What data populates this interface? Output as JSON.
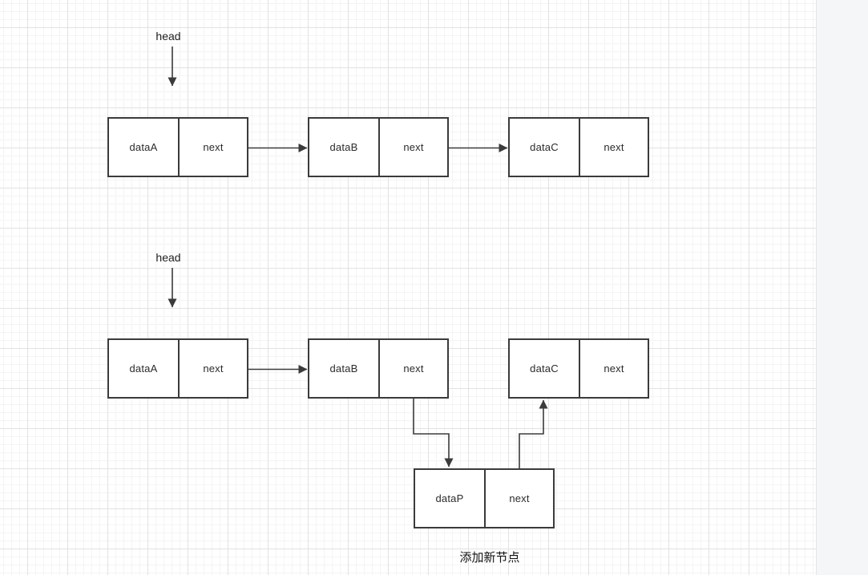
{
  "colors": {
    "stroke": "#3b3b3b",
    "canvas_background": "#ffffff",
    "outside_background": "#f5f6f8",
    "grid_minor": "#f4f4f4",
    "grid_major": "#e2e2e2"
  },
  "diagram": {
    "caption": "添加新节点",
    "lists": [
      {
        "head_label": "head",
        "nodes": [
          {
            "data": "dataA",
            "pointer": "next"
          },
          {
            "data": "dataB",
            "pointer": "next"
          },
          {
            "data": "dataC",
            "pointer": "next"
          }
        ]
      },
      {
        "head_label": "head",
        "nodes": [
          {
            "data": "dataA",
            "pointer": "next"
          },
          {
            "data": "dataB",
            "pointer": "next"
          },
          {
            "data": "dataC",
            "pointer": "next"
          }
        ],
        "new_node": {
          "data": "dataP",
          "pointer": "next"
        }
      }
    ]
  }
}
